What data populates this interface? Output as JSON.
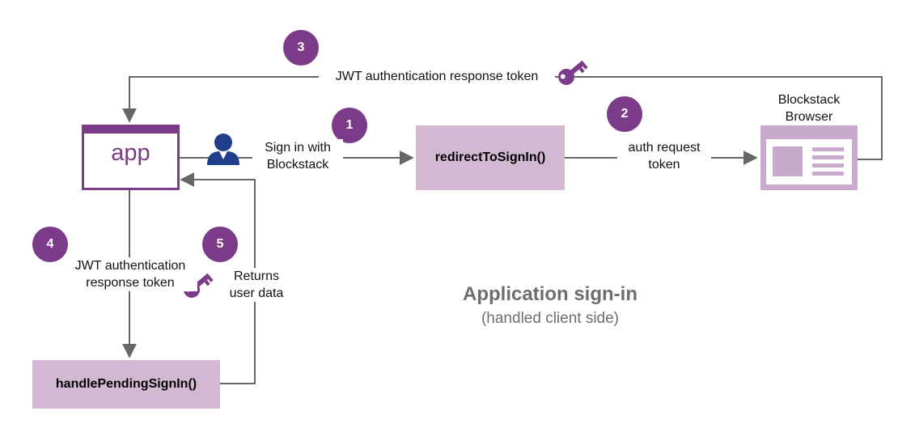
{
  "colors": {
    "accent": "#7b3b88",
    "function_box": "#d3b8d3",
    "browser_icon": "#c9a9cc",
    "line": "#666666",
    "user_icon": "#1f3f8c",
    "title_text": "#6e6e6e"
  },
  "app": {
    "label": "app"
  },
  "functions": {
    "redirect": "redirectToSignIn()",
    "handle": "handlePendingSignIn()"
  },
  "browser": {
    "label_line1": "Blockstack",
    "label_line2": "Browser"
  },
  "steps": [
    {
      "number": "1",
      "label_line1": "Sign in with",
      "label_line2": "Blockstack"
    },
    {
      "number": "2",
      "label_line1": "auth request",
      "label_line2": "token"
    },
    {
      "number": "3",
      "label_line1": "JWT authentication response token"
    },
    {
      "number": "4",
      "label_line1": "JWT authentication",
      "label_line2": "response token"
    },
    {
      "number": "5",
      "label_line1": "Returns",
      "label_line2": "user data"
    }
  ],
  "title": "Application sign-in",
  "subtitle": "(handled client side)",
  "icons": [
    "user-icon",
    "key-icon",
    "browser-window-icon"
  ]
}
